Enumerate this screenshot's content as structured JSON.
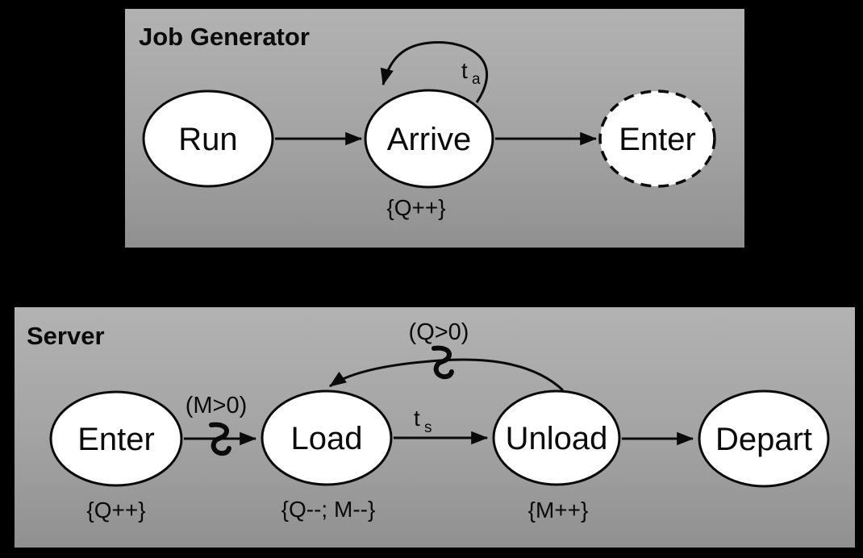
{
  "colors": {
    "page_background": "#000000",
    "panel_gradient_top": "#b2b2b2",
    "panel_gradient_bottom": "#909090",
    "node_fill": "#ffffff",
    "line_color": "#0a0a0a"
  },
  "job_generator": {
    "title": "Job Generator",
    "states": [
      {
        "label": "Run"
      },
      {
        "label": "Arrive",
        "action": "{Q++}"
      },
      {
        "label": "Enter",
        "border": "dashed"
      }
    ],
    "transitions": [
      {
        "from": "Run",
        "to": "Arrive"
      },
      {
        "from": "Arrive",
        "to": "Arrive",
        "time_label": "t",
        "time_sub": "a"
      },
      {
        "from": "Arrive",
        "to": "Enter"
      }
    ]
  },
  "server": {
    "title": "Server",
    "states": [
      {
        "label": "Enter",
        "action": "{Q++}"
      },
      {
        "label": "Load",
        "action": "{Q--; M--}"
      },
      {
        "label": "Unload",
        "action": "{M++}"
      },
      {
        "label": "Depart"
      }
    ],
    "transitions": [
      {
        "from": "Enter",
        "to": "Load",
        "condition": "(M>0)"
      },
      {
        "from": "Load",
        "to": "Unload",
        "time_label": "t",
        "time_sub": "s"
      },
      {
        "from": "Unload",
        "to": "Load",
        "condition": "(Q>0)"
      },
      {
        "from": "Unload",
        "to": "Depart"
      }
    ]
  }
}
